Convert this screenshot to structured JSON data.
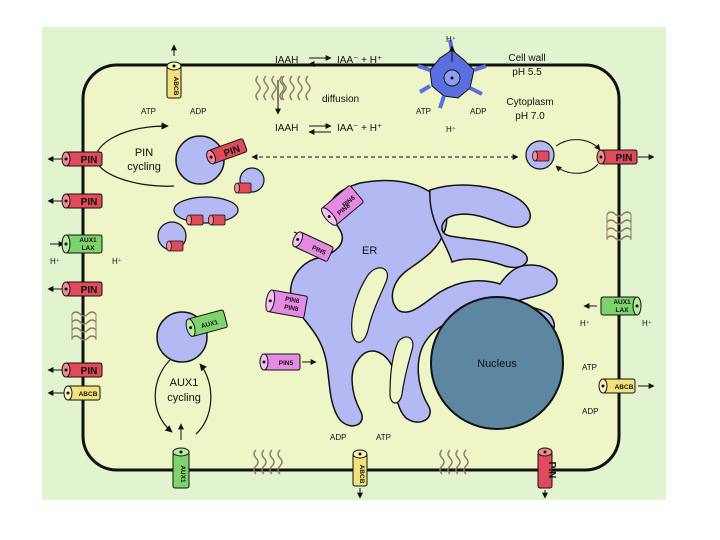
{
  "labels": {
    "cell_wall": "Cell wall",
    "cell_wall_ph": "pH 5.5",
    "cytoplasm": "Cytoplasm",
    "cytoplasm_ph": "pH 7.0",
    "eq_top_left": "IAAH",
    "eq_top_right": "IAA⁻ + H⁺",
    "eq_bottom_left": "IAAH",
    "eq_bottom_right": "IAA⁻ + H⁺",
    "diffusion": "diffusion",
    "pin_cycling_1": "PIN",
    "pin_cycling_2": "cycling",
    "aux1_cycling_1": "AUX1",
    "aux1_cycling_2": "cycling",
    "er": "ER",
    "nucleus": "Nucleus",
    "atp": "ATP",
    "adp": "ADP",
    "h_plus": "H⁺"
  },
  "proteins": {
    "pin": "PIN",
    "aux1": "AUX1",
    "lax": "LAX",
    "abcb": "ABCB",
    "pin5": "PIN5",
    "pin6": "PIN6",
    "pin8": "PIN8"
  },
  "colors": {
    "cell_fill": "#eef5c6",
    "background": "#e2f3cf",
    "membrane": "#111111",
    "er": "#b4b9f3",
    "nucleus": "#5d86a2",
    "pin": "#e04b5c",
    "aux": "#7fd36c",
    "abcb": "#f2e27c",
    "pin_er": "#e58ae2",
    "h_atpase": "#5b6ee0"
  }
}
